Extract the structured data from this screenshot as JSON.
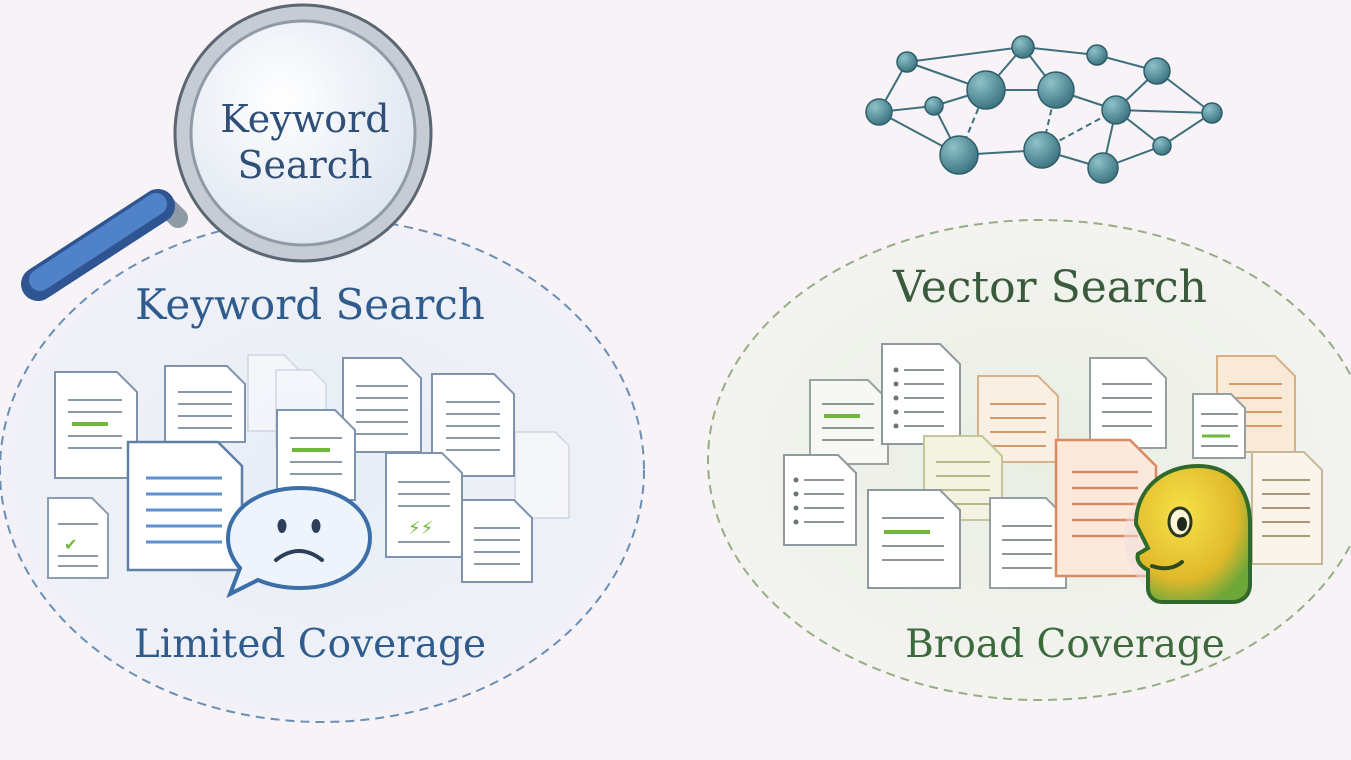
{
  "colors": {
    "background": "#f7f3f7",
    "keyword_accent": "#2f5c8c",
    "vector_accent": "#3c6a3c",
    "node": "#4f8b96",
    "magnifier_handle": "#3f6fb8",
    "highlight": "#6fb83c"
  },
  "keyword_panel": {
    "lens_text": "Keyword Search",
    "heading": "Keyword Search",
    "caption": "Limited Coverage",
    "icons": [
      "magnifier-icon",
      "sad-speech-bubble-icon",
      "document-icon"
    ]
  },
  "vector_panel": {
    "heading": "Vector Search",
    "caption": "Broad Coverage",
    "icons": [
      "network-graph-icon",
      "smiling-face-icon",
      "document-icon"
    ]
  }
}
